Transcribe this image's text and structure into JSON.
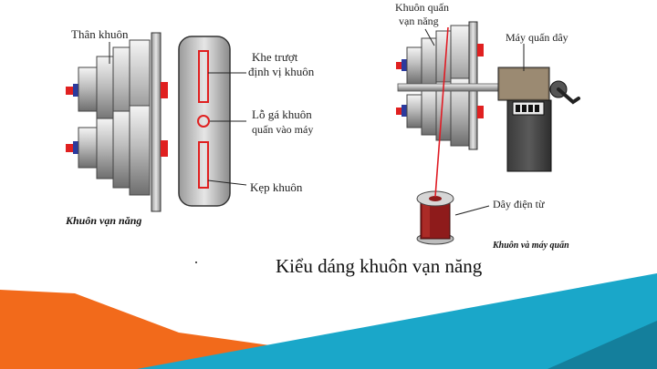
{
  "left_diagram": {
    "label_than_khuon": "Thân khuôn",
    "label_khe_truot_1": "Khe trượt",
    "label_khe_truot_2": "định vị khuôn",
    "label_lo_ga_1": "Lỗ gá khuôn",
    "label_lo_ga_2": "quấn vào máy",
    "label_kep_khuon": "Kẹp khuôn",
    "caption": "Khuôn vạn năng"
  },
  "right_diagram": {
    "label_khuon_quan_1": "Khuôn quấn",
    "label_khuon_quan_2": "vạn năng",
    "label_may_quan": "Máy quấn dây",
    "label_day_dien_tu": "Dây điện từ",
    "caption": "Khuôn và máy quấn"
  },
  "title": "Kiểu dáng khuôn vạn năng",
  "colors": {
    "orange": "#f26a1b",
    "teal": "#1aa7c9",
    "dark_teal": "#147f9c",
    "wire_red": "#e01b24",
    "metal": "#d9d9d9"
  }
}
